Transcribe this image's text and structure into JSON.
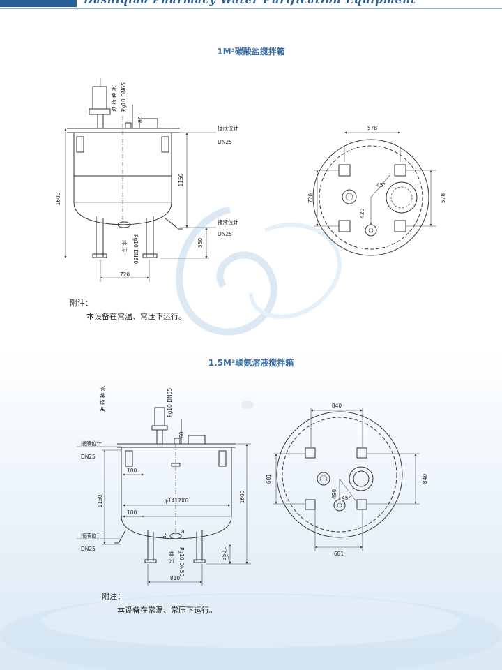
{
  "header": {
    "text": "Dashiqiao Pharmacy Water Purification Equipment"
  },
  "colors": {
    "title": "#3a6ea5",
    "header": "#2b5f97",
    "line": "#333333",
    "water": "#cfe3f3"
  },
  "tank1": {
    "title": "1M³碳酸盐搅拌箱",
    "inlet_label": "进 药 种 水",
    "inlet_spec": "Pg10 DN65",
    "level_top": "接液位计",
    "level_top_dn": "DN25",
    "level_bottom": "接液位计",
    "level_bottom_dn": "DN25",
    "drain_label": "排 污",
    "drain_spec": "Pg10 DN50",
    "dim_height": "1600",
    "dim_body": "1150",
    "dim_legs": "350",
    "dim_base": "720",
    "dim_small": "80",
    "plan_width": "578",
    "plan_side": "578",
    "plan_left": "720",
    "plan_center": "420",
    "plan_angle": "45°",
    "note_title": "附注：",
    "note_text": "本设备在常温、常压下运行。"
  },
  "tank2": {
    "title": "1.5M³联氨溶液搅拌箱",
    "inlet_label": "进 药 种 水",
    "inlet_spec": "Pg10 DN65",
    "level_top": "接液位计",
    "level_top_dn": "DN25",
    "level_bottom": "接液位计",
    "level_bottom_dn": "DN25",
    "drain_label": "排 污",
    "drain_spec": "Pg10 DN50",
    "dim_height": "1600",
    "dim_body": "1150",
    "dim_legs": "350",
    "dim_base": "810",
    "dim_diameter": "φ1412X6",
    "dim_100a": "100",
    "dim_100b": "100",
    "dim_60a": "60",
    "dim_60b": "60",
    "mark_a": "a",
    "plan_width": "840",
    "plan_side": "840",
    "plan_left": "681",
    "plan_bottom": "681",
    "plan_center": "490",
    "plan_angle": "45°",
    "note_title": "附注：",
    "note_text": "本设备在常温、常压下运行。"
  }
}
